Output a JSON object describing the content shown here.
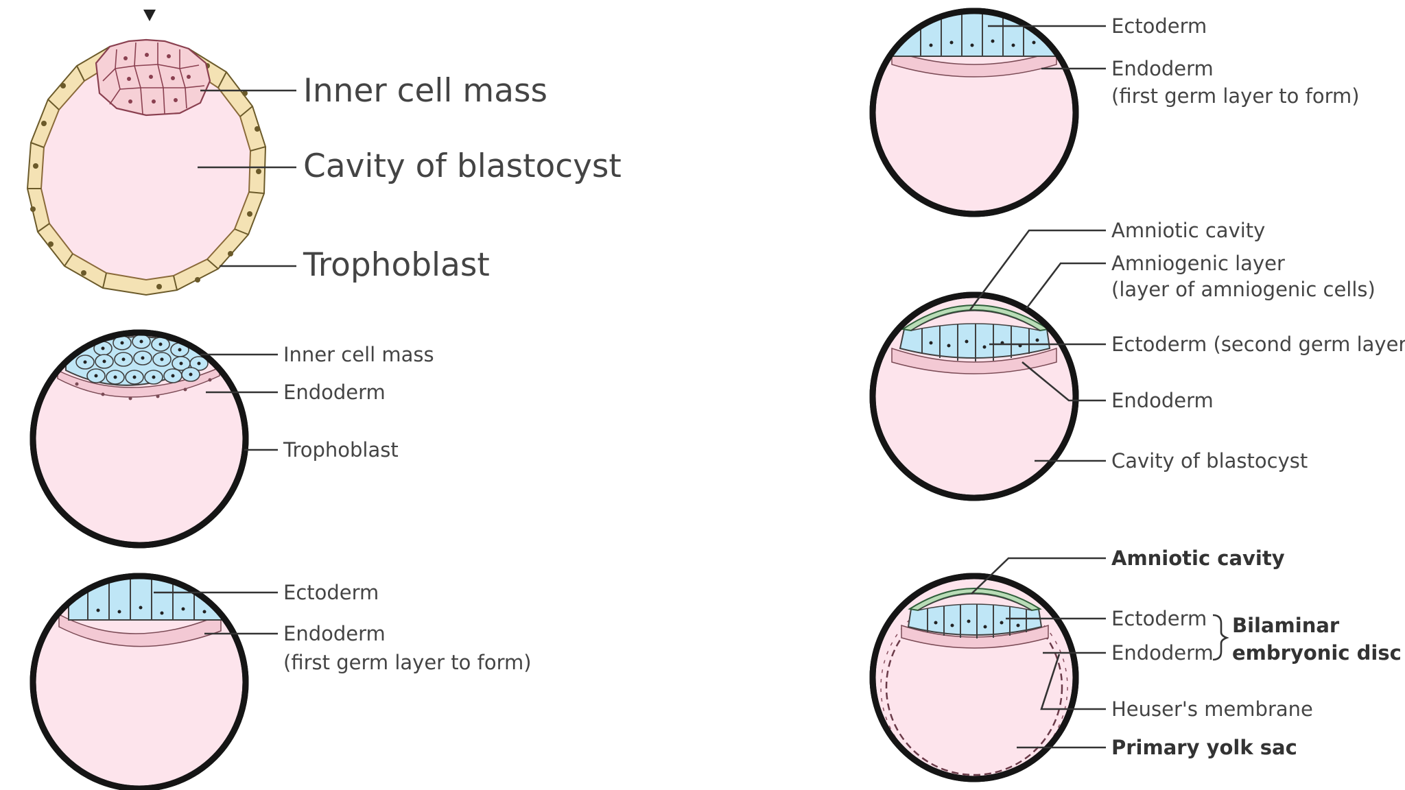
{
  "colors": {
    "cavity": "#fde4ec",
    "ectoderm": "#bfe6f6",
    "endoderm": "#f3c9d4",
    "trophoblast": "#f4e2b4",
    "inner_cell_mass": "#f6d0d6",
    "amniogenic_layer": "#b9dcb7",
    "outline": "#151515"
  },
  "panels": {
    "blastocyst": {
      "inner_cell_mass": "Inner cell mass",
      "cavity": "Cavity of blastocyst",
      "trophoblast": "Trophoblast"
    },
    "stage_b": {
      "inner_cell_mass": "Inner cell mass",
      "endoderm": "Endoderm",
      "trophoblast": "Trophoblast"
    },
    "stage_c": {
      "ectoderm": "Ectoderm",
      "endoderm": "Endoderm",
      "endoderm_note": "(first germ layer to form)"
    },
    "stage_d": {
      "ectoderm": "Ectoderm",
      "endoderm": "Endoderm",
      "endoderm_note": "(first germ layer to form)"
    },
    "stage_e": {
      "amniotic_cavity": "Amniotic cavity",
      "amniogenic_layer": "Amniogenic layer",
      "amniogenic_note": "(layer of amniogenic cells)",
      "ectoderm": "Ectoderm (second germ layer)",
      "endoderm": "Endoderm",
      "cavity": "Cavity of blastocyst"
    },
    "stage_f": {
      "amniotic_cavity": "Amniotic cavity",
      "ectoderm": "Ectoderm",
      "endoderm": "Endoderm",
      "disc_line1": "Bilaminar",
      "disc_line2": "embryonic disc",
      "heuser": "Heuser's membrane",
      "yolk_sac": "Primary yolk sac"
    }
  }
}
